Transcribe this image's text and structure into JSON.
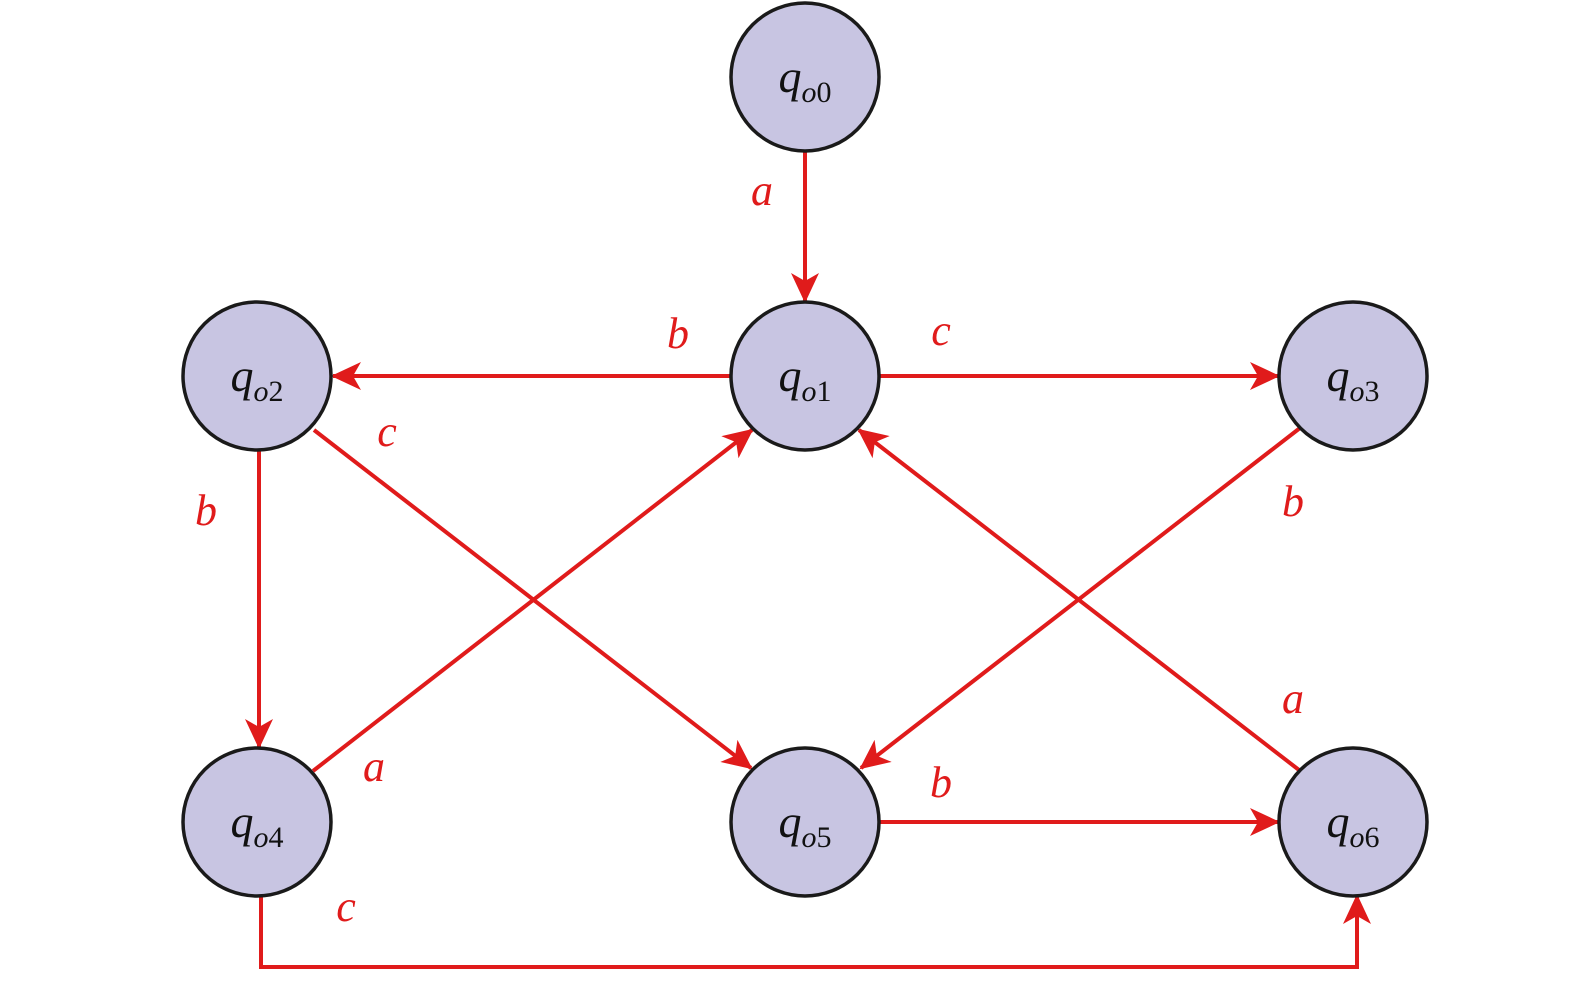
{
  "states": [
    {
      "id": "qo0",
      "base": "q",
      "sub_letter": "o",
      "sub_number": "0"
    },
    {
      "id": "qo1",
      "base": "q",
      "sub_letter": "o",
      "sub_number": "1"
    },
    {
      "id": "qo2",
      "base": "q",
      "sub_letter": "o",
      "sub_number": "2"
    },
    {
      "id": "qo3",
      "base": "q",
      "sub_letter": "o",
      "sub_number": "3"
    },
    {
      "id": "qo4",
      "base": "q",
      "sub_letter": "o",
      "sub_number": "4"
    },
    {
      "id": "qo5",
      "base": "q",
      "sub_letter": "o",
      "sub_number": "5"
    },
    {
      "id": "qo6",
      "base": "q",
      "sub_letter": "o",
      "sub_number": "6"
    }
  ],
  "transitions": [
    {
      "from": "qo0",
      "to": "qo1",
      "label": "a"
    },
    {
      "from": "qo1",
      "to": "qo2",
      "label": "b"
    },
    {
      "from": "qo1",
      "to": "qo3",
      "label": "c"
    },
    {
      "from": "qo2",
      "to": "qo5",
      "label": "c"
    },
    {
      "from": "qo2",
      "to": "qo4",
      "label": "b"
    },
    {
      "from": "qo3",
      "to": "qo5",
      "label": "b"
    },
    {
      "from": "qo4",
      "to": "qo1",
      "label": "a"
    },
    {
      "from": "qo6",
      "to": "qo1",
      "label": "a"
    },
    {
      "from": "qo5",
      "to": "qo6",
      "label": "b"
    },
    {
      "from": "qo4",
      "to": "qo6",
      "label": "c"
    }
  ],
  "colors": {
    "edge": "#e01b1b",
    "node_fill": "#c8c5e2",
    "node_stroke": "#1a1a1a",
    "node_text": "#111111"
  }
}
